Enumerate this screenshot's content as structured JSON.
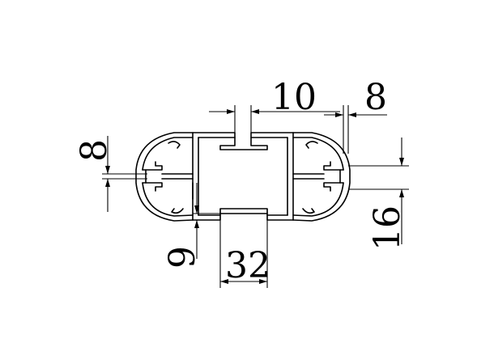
{
  "dimensions": {
    "slot_width_top": "10",
    "wall_right": "8",
    "wall_left": "8",
    "slot_width_bottom": "32",
    "bottom_depth": "9",
    "right_height": "16"
  },
  "colors": {
    "line": "#000000",
    "background": "#ffffff"
  }
}
